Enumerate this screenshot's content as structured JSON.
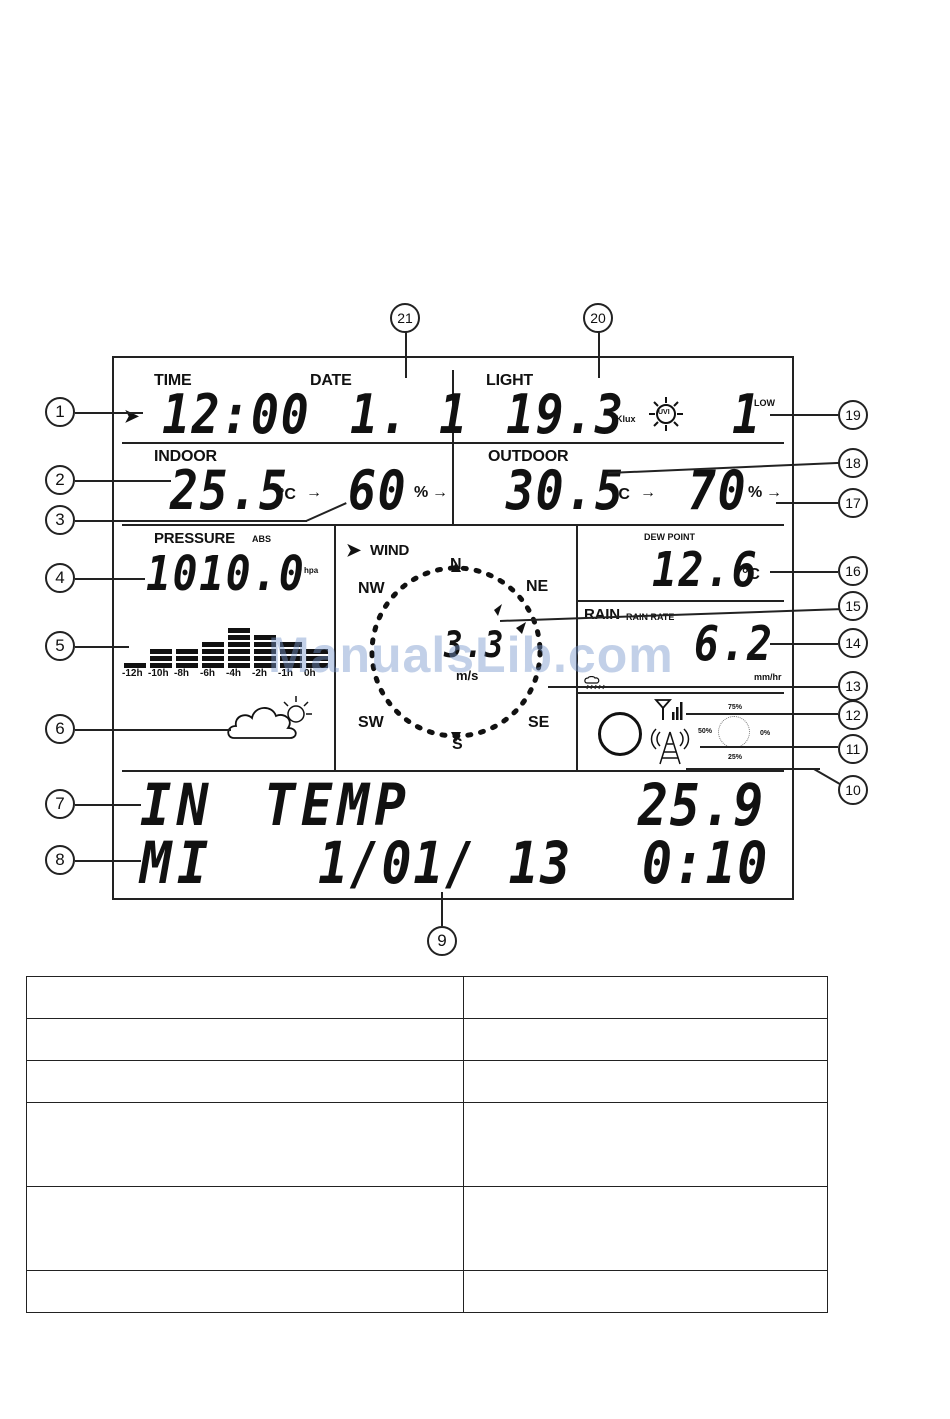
{
  "callouts": [
    "1",
    "2",
    "3",
    "4",
    "5",
    "6",
    "7",
    "8",
    "9",
    "10",
    "11",
    "12",
    "13",
    "14",
    "15",
    "16",
    "17",
    "18",
    "19",
    "20",
    "21"
  ],
  "time_date": {
    "time_label": "TIME",
    "date_label": "DATE",
    "time_value": "12:00",
    "date_value": "1.  1"
  },
  "light": {
    "label": "LIGHT",
    "value": "19.3",
    "unit": "Klux",
    "uv_icon_text": "UVI",
    "uvi_value": "1",
    "uvi_level": "LOW"
  },
  "indoor": {
    "label": "INDOOR",
    "temp_value": "25.5",
    "temp_unit": "°C",
    "humidity_value": "60",
    "humidity_unit": "%"
  },
  "outdoor": {
    "label": "OUTDOOR",
    "temp_value": "30.5",
    "temp_unit": "°C",
    "humidity_value": "70",
    "humidity_unit": "%"
  },
  "pressure": {
    "label": "PRESSURE",
    "mode": "ABS",
    "value": "1010.0",
    "unit": "hpa",
    "history_ticks": [
      "-12h",
      "-10h",
      "-8h",
      "-6h",
      "-4h",
      "-2h",
      "-1h",
      "0h"
    ],
    "history_levels": [
      1,
      3,
      3,
      4,
      6,
      5,
      4,
      3
    ]
  },
  "wind": {
    "label": "WIND",
    "directions": [
      "N",
      "NE",
      "SE",
      "S",
      "SW",
      "NW"
    ],
    "value": "3.3",
    "unit": "m/s"
  },
  "dew_point": {
    "label": "DEW POINT",
    "value": "12.6",
    "unit": "°C"
  },
  "rain": {
    "label": "RAIN",
    "sub_label": "RAIN RATE",
    "value": "6.2",
    "unit": "mm/hr"
  },
  "moon": {
    "pct_top": "75%",
    "pct_left": "50%",
    "pct_right": "0%",
    "pct_bottom": "25%"
  },
  "bottom": {
    "line1_left": "IN",
    "line1_mid": "TEMP",
    "line1_right": "25.9",
    "line2_left": "MI",
    "line2_mid": "1/01/ 13",
    "line2_right": "0:10"
  },
  "watermark": "ManualsLib.com",
  "table": {
    "rows": [
      [
        "",
        ""
      ],
      [
        "",
        ""
      ],
      [
        "",
        ""
      ],
      [
        "",
        ""
      ],
      [
        "",
        ""
      ],
      [
        "",
        ""
      ]
    ]
  }
}
